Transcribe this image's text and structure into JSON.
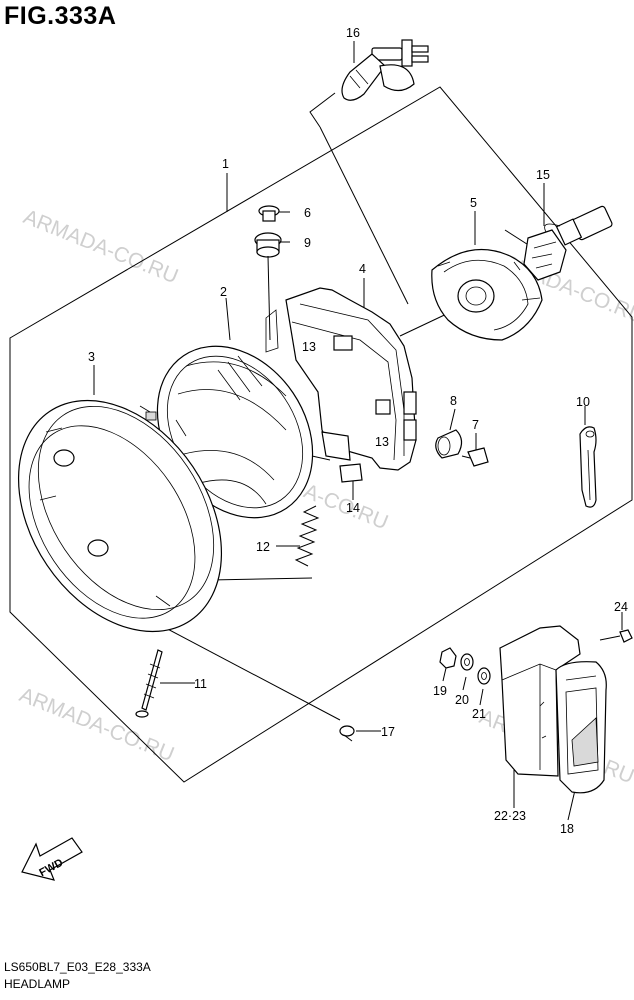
{
  "figure": {
    "title": "FIG.333A",
    "code": "LS650BL7_E03_E28_333A",
    "name": "HEADLAMP"
  },
  "watermark": "ARMADA-CO.RU",
  "fwd_label": "FWD",
  "callouts": [
    {
      "id": "c1",
      "label": "1"
    },
    {
      "id": "c2",
      "label": "2"
    },
    {
      "id": "c3",
      "label": "3"
    },
    {
      "id": "c4",
      "label": "4"
    },
    {
      "id": "c5",
      "label": "5"
    },
    {
      "id": "c6",
      "label": "6"
    },
    {
      "id": "c7",
      "label": "7"
    },
    {
      "id": "c8",
      "label": "8"
    },
    {
      "id": "c9",
      "label": "9"
    },
    {
      "id": "c10",
      "label": "10"
    },
    {
      "id": "c11",
      "label": "11"
    },
    {
      "id": "c12",
      "label": "12"
    },
    {
      "id": "c13a",
      "label": "13"
    },
    {
      "id": "c13b",
      "label": "13"
    },
    {
      "id": "c14",
      "label": "14"
    },
    {
      "id": "c15",
      "label": "15"
    },
    {
      "id": "c16",
      "label": "16"
    },
    {
      "id": "c17",
      "label": "17"
    },
    {
      "id": "c18",
      "label": "18"
    },
    {
      "id": "c19",
      "label": "19"
    },
    {
      "id": "c20",
      "label": "20"
    },
    {
      "id": "c21",
      "label": "21"
    },
    {
      "id": "c22",
      "label": "22·23"
    },
    {
      "id": "c24",
      "label": "24"
    }
  ]
}
